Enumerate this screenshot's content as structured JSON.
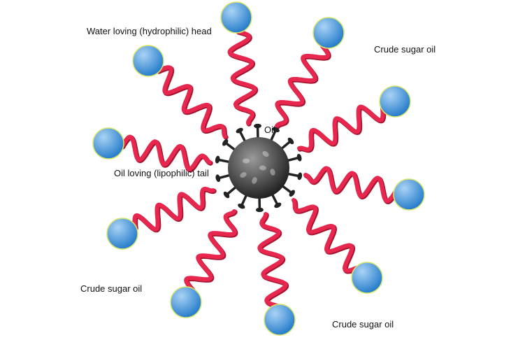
{
  "labels": {
    "head": "Water loving (hydrophilic) head",
    "tail": "Oil loving (lipophilic) tail",
    "oil": "Oil",
    "crude_top_right": "Crude sugar oil",
    "crude_bottom_left": "Crude sugar oil",
    "crude_bottom_right": "Crude sugar oil"
  },
  "colors": {
    "head_fill_light": "#a9d3f5",
    "head_fill_dark": "#1f78c8",
    "head_outline": "#d9e56b",
    "tail": "#e8274f",
    "tail_shadow": "#a3142f",
    "oil_light": "#9a9a9a",
    "oil_dark": "#1a1a1a",
    "spike": "#222222"
  },
  "molecule_count": 10
}
